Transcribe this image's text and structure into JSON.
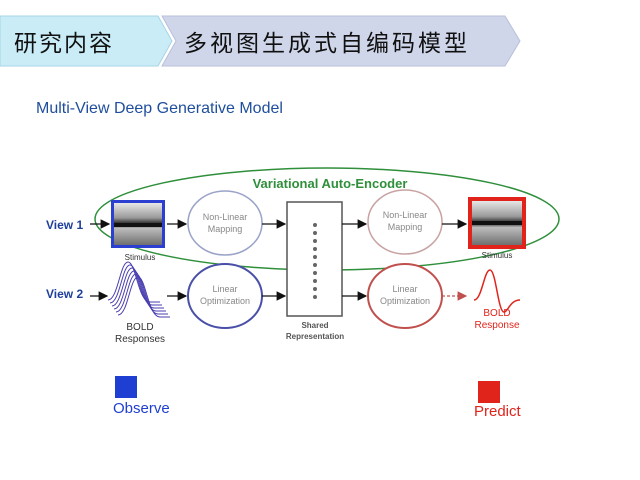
{
  "header": {
    "tab_left": "研究内容",
    "tab_right": "多视图生成式自编码模型"
  },
  "subtitle": "Multi-View Deep Generative Model",
  "diagram": {
    "vae_label": "Variational Auto-Encoder",
    "view1_label": "View 1",
    "view2_label": "View 2",
    "stimulus_left": "Stimulus",
    "stimulus_right": "Stimulus",
    "nonlinear_left": [
      "Non-Linear",
      "Mapping"
    ],
    "nonlinear_right": [
      "Non-Linear",
      "Mapping"
    ],
    "linear_left": [
      "Linear",
      "Optimization"
    ],
    "linear_right": [
      "Linear",
      "Optimization"
    ],
    "bold_left": [
      "BOLD",
      "Responses"
    ],
    "bold_right": [
      "BOLD",
      "Response"
    ],
    "shared": [
      "Shared",
      "Representation"
    ],
    "observe": "Observe",
    "predict": "Predict"
  },
  "colors": {
    "tab_left_fill": "#c9ecf7",
    "tab_right_fill": "#cfd6ea",
    "vae_green": "#2f8f3b",
    "observe_blue": "#1e3fd1",
    "predict_red": "#e0241b",
    "view_label": "#1f3f9a",
    "circle_blue": "#4a4fa8",
    "circle_red": "#c0504d"
  }
}
